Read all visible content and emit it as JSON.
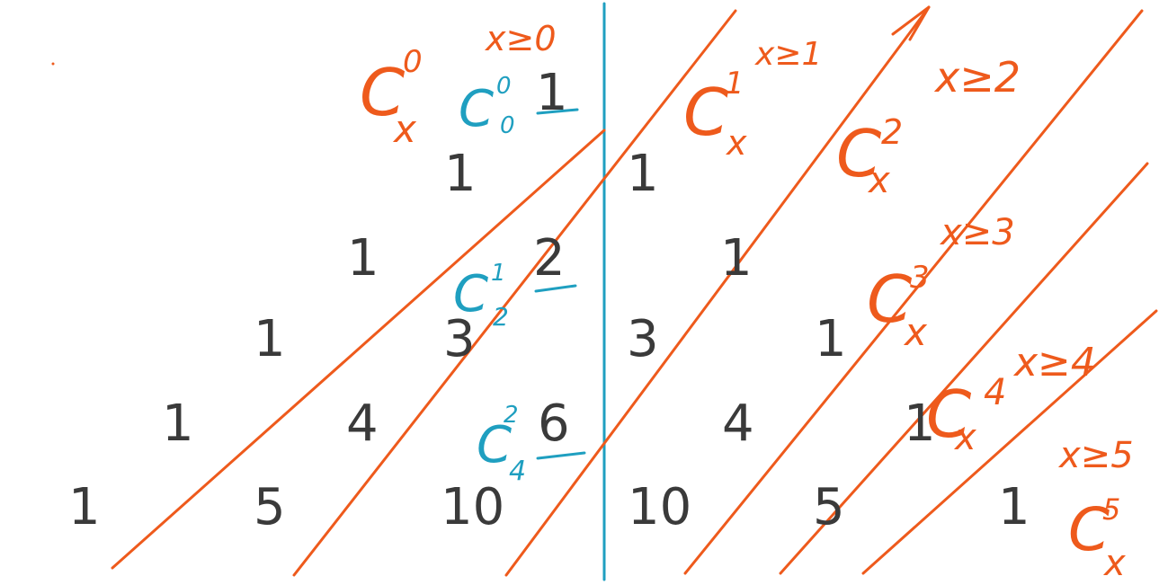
{
  "triangle_rows": [
    {
      "left": [
        "1"
      ],
      "right": []
    },
    {
      "left": [
        "1"
      ],
      "right": [
        "1"
      ]
    },
    {
      "left": [
        "1",
        "2"
      ],
      "right": [
        "1"
      ]
    },
    {
      "left": [
        "1",
        "3"
      ],
      "right": [
        "3",
        "1"
      ]
    },
    {
      "left": [
        "1",
        "4",
        "6"
      ],
      "right": [
        "4",
        "1"
      ]
    },
    {
      "left": [
        "1",
        "5",
        "10"
      ],
      "right": [
        "10",
        "5",
        "1"
      ]
    }
  ],
  "orange_annotations": {
    "c0": {
      "letter": "C",
      "sup": "0",
      "sub": "x",
      "cond": "x≥0"
    },
    "c1": {
      "letter": "C",
      "sup": "1",
      "sub": "x",
      "cond": "x≥1"
    },
    "c2": {
      "letter": "C",
      "sup": "2",
      "sub": "x",
      "cond": "x≥2"
    },
    "c3": {
      "letter": "C",
      "sup": "3",
      "sub": "x",
      "cond": "x≥3"
    },
    "c4": {
      "letter": "C",
      "sup": "4",
      "sub": "x",
      "cond": "x≥4"
    },
    "c5": {
      "letter": "C",
      "sup": "5",
      "sub": "x",
      "cond": "x≥5"
    }
  },
  "blue_annotations": {
    "b0": {
      "letter": "C",
      "sup": "0",
      "sub": "0"
    },
    "b1": {
      "letter": "C",
      "sup": "1",
      "sub": "2"
    },
    "b2": {
      "letter": "C",
      "sup": "2",
      "sub": "4"
    }
  },
  "colors": {
    "orange": "#ee5a1c",
    "blue": "#1f9fc0",
    "digits": "#3a3a3a"
  }
}
